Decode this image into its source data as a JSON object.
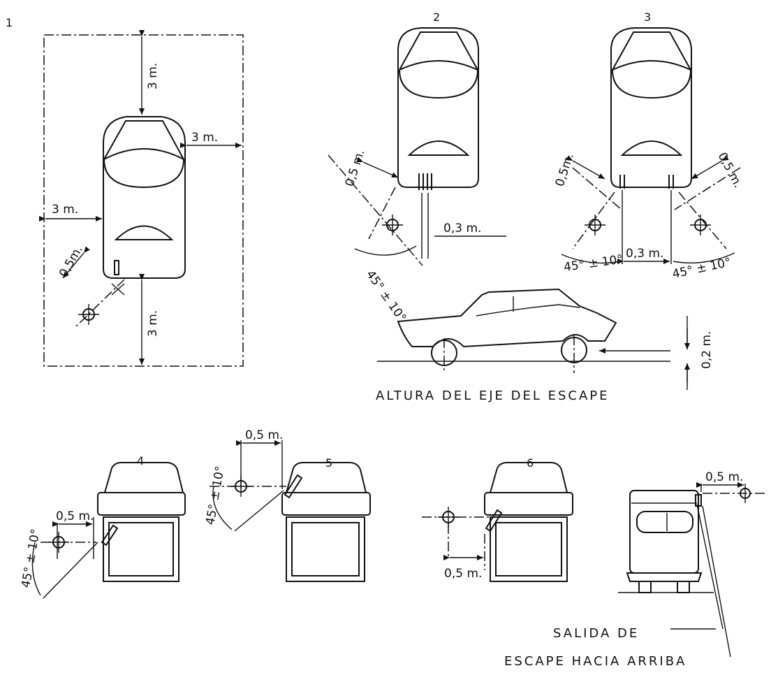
{
  "figures": [
    {
      "number": "1",
      "labels": [
        "3 m.",
        "3 m.",
        "3 m.",
        "3 m.",
        "0,5m."
      ]
    },
    {
      "number": "2",
      "labels": [
        "0,5 m.",
        "0,3 m.",
        "45° ± 10°"
      ]
    },
    {
      "number": "3",
      "labels": [
        "0,5m.",
        "0,5 m.",
        "0,3 m.",
        "45° ± 10°",
        "45° ± 10°"
      ]
    },
    {
      "number": "4",
      "labels": [
        "0,5 m.",
        "45° ± 10°"
      ]
    },
    {
      "number": "5",
      "labels": [
        "0,5 m.",
        "45° ± 10°"
      ]
    },
    {
      "number": "6",
      "labels": [
        "0,5 m."
      ]
    },
    {
      "number": "",
      "labels": [
        "0,5 m."
      ]
    }
  ],
  "side_view": {
    "height_label": "0,2 m.",
    "caption": "ALTURA DEL EJE DEL ESCAPE"
  },
  "upward_exhaust": {
    "line1": "SALIDA DE",
    "line2": "ESCAPE HACIA ARRIBA"
  }
}
